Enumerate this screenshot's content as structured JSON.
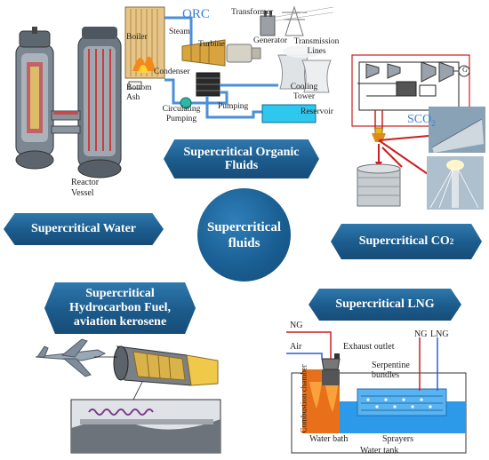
{
  "center": {
    "label": "Supercritical fluids"
  },
  "hexagons": {
    "organic": "Supercritical Organic Fluids",
    "water": "Supercritical Water",
    "co2": "Supercritical CO",
    "co2_sub": "2",
    "hydrocarbon": "Supercritical Hydrocarbon Fuel, aviation kerosene",
    "lng": "Supercritical LNG"
  },
  "reactor": {
    "label": "Reactor Vessel"
  },
  "orc": {
    "title": "ORC",
    "boiler": "Boiler",
    "steam": "Steam",
    "turbine": "Turbine",
    "transformer": "Transformer",
    "generator": "Generator",
    "transmission": "Transmission Lines",
    "condenser": "Condenser",
    "cooling_tower": "Cooling Tower",
    "bottom_ash": "Bottom Ash",
    "pumping": "Pumping",
    "circulating_pumping": "Circulating Pumping",
    "reservoir": "Reservoir"
  },
  "sco2": {
    "label": "SCO",
    "sub": "2",
    "generator_symbol": "G"
  },
  "lng_diagram": {
    "ng_left": "NG",
    "air": "Air",
    "exhaust": "Exhaust outlet",
    "ng_right": "NG",
    "lng": "LNG",
    "serpentine": "Serpentine bundles",
    "combustion": "Combustion chamber",
    "water_bath": "Water bath",
    "sprayers": "Sprayers",
    "water_tank": "Water tank"
  },
  "colors": {
    "hex_blue": "#1f5f91",
    "pipe_blue": "#4a8fd8",
    "arrow_red": "#cc1f1f",
    "flame_orange": "#e8701a",
    "water_blue": "#2c9ae8"
  }
}
